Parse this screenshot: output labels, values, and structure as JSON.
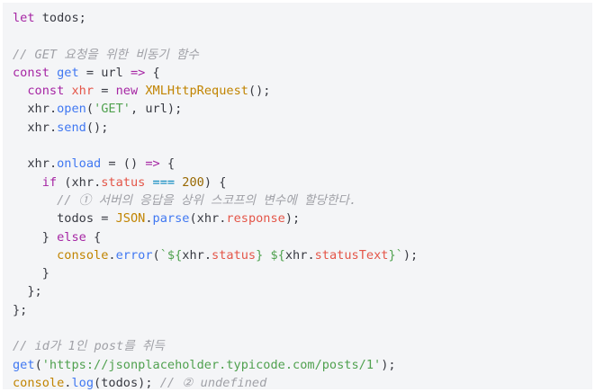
{
  "code": {
    "l1": {
      "kw": "let",
      "rest": " todos;"
    },
    "l3": {
      "comment": "// GET 요청을 위한 비동기 함수"
    },
    "l4": {
      "kw": "const",
      "name": " get",
      "eq": " = ",
      "param": "url",
      "arrow": " =>",
      "brace": " {"
    },
    "l5": {
      "indent": "  ",
      "kw": "const",
      "name": " xhr",
      "eq": " = ",
      "kw2": "new",
      "cls": " XMLHttpRequest",
      "tail": "();"
    },
    "l6": {
      "indent": "  ",
      "obj": "xhr",
      "dot": ".",
      "fn": "open",
      "p1": "(",
      "str": "'GET'",
      "tail": ", url);"
    },
    "l7": {
      "indent": "  ",
      "obj": "xhr",
      "dot": ".",
      "fn": "send",
      "tail": "();"
    },
    "l9": {
      "indent": "  ",
      "obj": "xhr",
      "dot": ".",
      "fn": "onload",
      "eq": " = ",
      "params": "()",
      "arrow": " =>",
      "brace": " {"
    },
    "l10": {
      "indent": "    ",
      "kw": "if",
      "p1": " (",
      "obj": "xhr",
      "dot": ".",
      "prop": "status",
      "op": " ===",
      "num": " 200",
      "tail": ") {"
    },
    "l11": {
      "indent": "      ",
      "comment": "// ① 서버의 응답을 상위 스코프의 변수에 할당한다."
    },
    "l12": {
      "indent": "      ",
      "name": "todos",
      "eq": " = ",
      "cls": "JSON",
      "dot": ".",
      "fn": "parse",
      "p1": "(",
      "obj": "xhr",
      "dot2": ".",
      "prop": "response",
      "tail": ");"
    },
    "l13": {
      "indent": "    ",
      "brace": "} ",
      "kw": "else",
      "tail": " {"
    },
    "l14": {
      "indent": "      ",
      "cls": "console",
      "dot": ".",
      "fn": "error",
      "p1": "(",
      "tmpl1": "`${",
      "obj1": "xhr",
      "dot1": ".",
      "prop1": "status",
      "tmpl2": "} ${",
      "obj2": "xhr",
      "dot2": ".",
      "prop2": "statusText",
      "tmpl3": "}`",
      "tail": ");"
    },
    "l15": {
      "indent": "    ",
      "text": "}"
    },
    "l16": {
      "indent": "  ",
      "text": "};"
    },
    "l17": {
      "text": "};"
    },
    "l19": {
      "comment": "// id가 1인 post를 취득"
    },
    "l20": {
      "fn": "get",
      "p1": "(",
      "str": "'https://jsonplaceholder.typicode.com/posts/1'",
      "tail": ");"
    },
    "l21": {
      "cls": "console",
      "dot": ".",
      "fn": "log",
      "mid": "(todos); ",
      "comment": "// ② undefined"
    }
  },
  "colors": {
    "background": "#f4f5f7",
    "keyword": "#a626a4",
    "function": "#4078f2",
    "string": "#50a14f",
    "comment": "#a0a1a7"
  }
}
